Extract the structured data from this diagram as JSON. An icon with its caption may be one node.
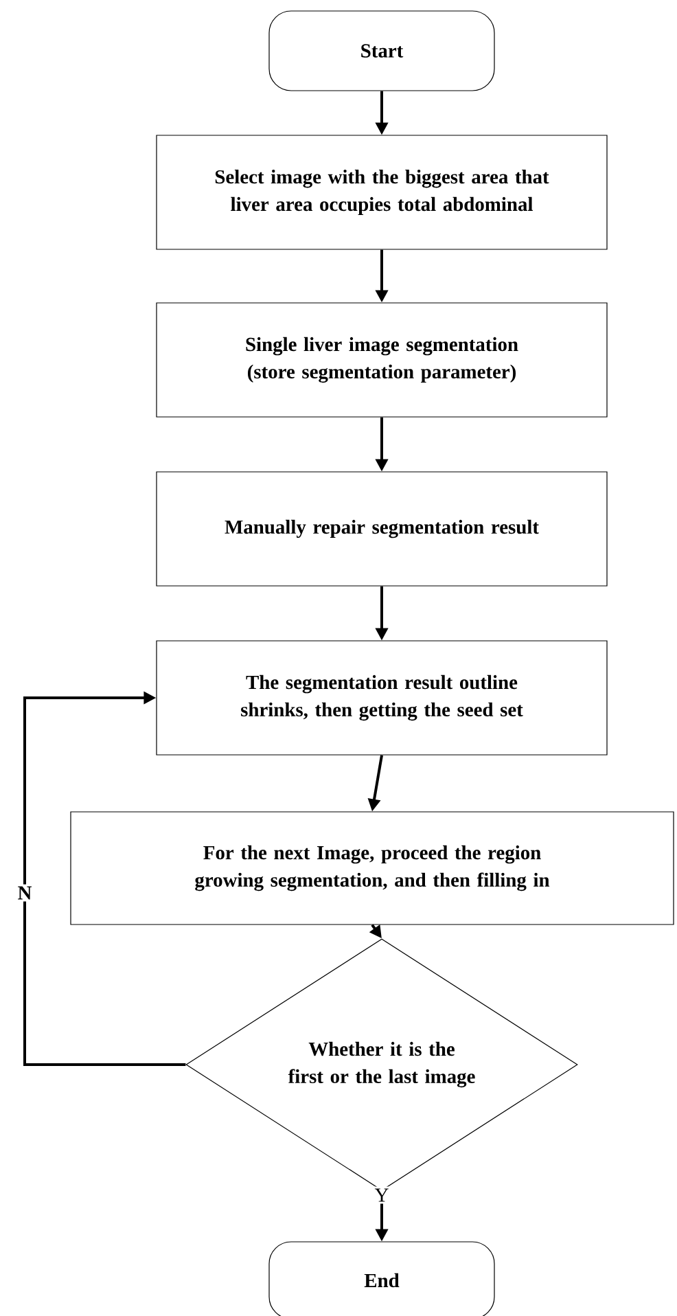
{
  "diagram": {
    "nodes": [
      {
        "text": [
          "Start"
        ]
      },
      {
        "text": [
          "Select image with the biggest area that liver area occupies total abdominal"
        ]
      },
      {
        "text": [
          "Single liver image segmentation (store segmentation parameter)"
        ]
      },
      {
        "text": [
          "Manually repair segmentation result"
        ]
      },
      {
        "text": [
          "The segmentation result outline shrinks, then getting the seed set"
        ]
      },
      {
        "text": [
          "For the next Image, proceed the region growing segmentation, and then filling in"
        ]
      },
      {
        "text": [
          "Whether it is the first or the last image"
        ]
      },
      {
        "text": [
          "End"
        ]
      }
    ],
    "edges": [
      {
        "from": 0,
        "to": 1,
        "arrow": "to"
      },
      {
        "from": 1,
        "to": 2,
        "arrow": "to"
      },
      {
        "from": 2,
        "to": 3,
        "arrow": "to"
      },
      {
        "from": 3,
        "to": 4,
        "arrow": "to"
      },
      {
        "from": 4,
        "to": 5,
        "arrow": "to"
      },
      {
        "from": 5,
        "to": 6,
        "arrow": "to"
      },
      {
        "from": 6,
        "to": 4,
        "label": "N",
        "arrow": "to"
      },
      {
        "from": 6,
        "to": 7,
        "label": "Y",
        "arrow": "to"
      }
    ]
  }
}
